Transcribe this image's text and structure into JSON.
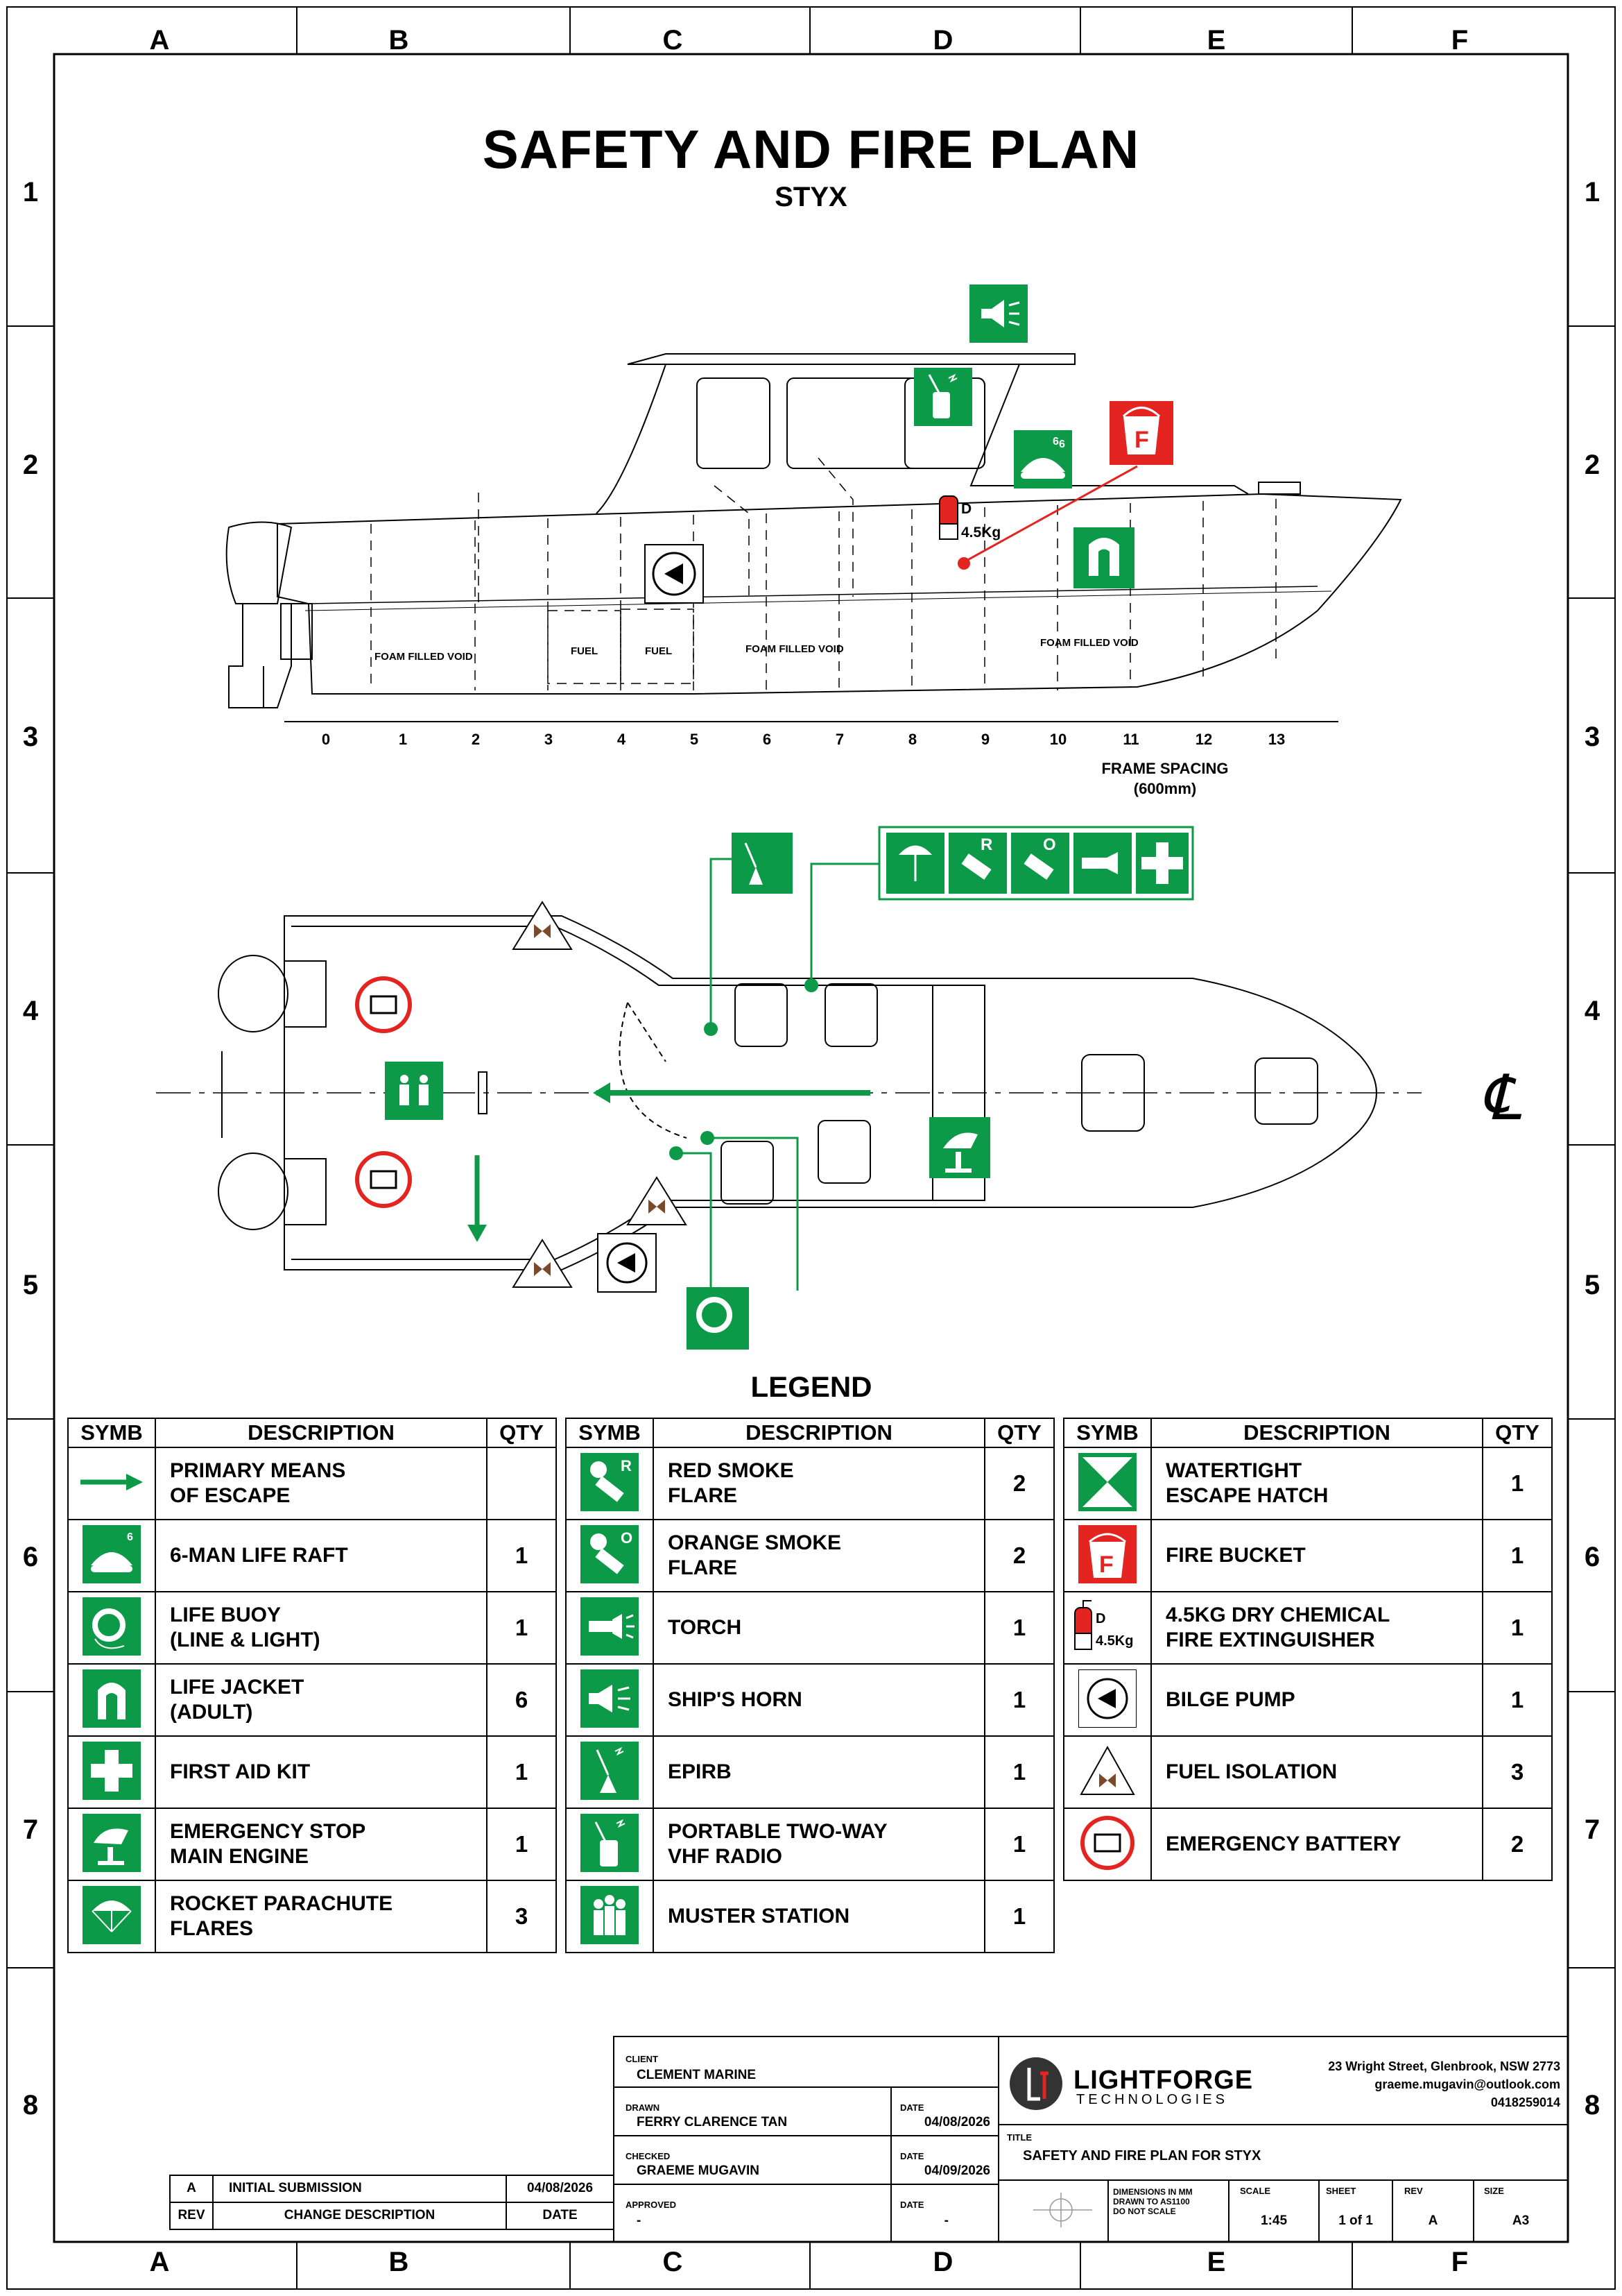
{
  "title": "SAFETY AND FIRE PLAN",
  "subtitle": "STYX",
  "grid": {
    "columns": [
      "A",
      "B",
      "C",
      "D",
      "E",
      "F"
    ],
    "rows": [
      "1",
      "2",
      "3",
      "4",
      "5",
      "6",
      "7",
      "8"
    ]
  },
  "profile": {
    "void_labels": [
      "FOAM FILLED VOID",
      "FUEL",
      "FUEL",
      "FOAM FILLED VOID",
      "FOAM FILLED VOID"
    ],
    "frames": [
      "0",
      "1",
      "2",
      "3",
      "4",
      "5",
      "6",
      "7",
      "8",
      "9",
      "10",
      "11",
      "12",
      "13"
    ],
    "frame_spacing": "FRAME SPACING",
    "frame_spacing_value": "(600mm)",
    "extinguisher_class": "D",
    "extinguisher_weight": "4.5Kg",
    "liferaft_count": "6"
  },
  "plan": {
    "centerline_symbol": "℄",
    "flare_r": "R",
    "flare_o": "O"
  },
  "legend": {
    "heading": "LEGEND",
    "headers": {
      "symbol": "SYMB",
      "description": "DESCRIPTION",
      "qty": "QTY"
    },
    "col1": [
      {
        "icon": "escape-arrow-icon",
        "desc": [
          "PRIMARY MEANS",
          "OF ESCAPE"
        ],
        "qty": ""
      },
      {
        "icon": "liferaft-icon",
        "desc": [
          "6-MAN LIFE RAFT"
        ],
        "qty": "1"
      },
      {
        "icon": "lifebuoy-icon",
        "desc": [
          "LIFE BUOY",
          "(LINE & LIGHT)"
        ],
        "qty": "1"
      },
      {
        "icon": "lifejacket-icon",
        "desc": [
          "LIFE JACKET",
          "(ADULT)"
        ],
        "qty": "6"
      },
      {
        "icon": "first-aid-icon",
        "desc": [
          "FIRST AID KIT"
        ],
        "qty": "1"
      },
      {
        "icon": "emergency-stop-icon",
        "desc": [
          "EMERGENCY STOP",
          "MAIN ENGINE"
        ],
        "qty": "1"
      },
      {
        "icon": "parachute-flare-icon",
        "desc": [
          "ROCKET PARACHUTE",
          "FLARES"
        ],
        "qty": "3"
      }
    ],
    "col2": [
      {
        "icon": "red-smoke-icon",
        "desc": [
          "RED SMOKE",
          "FLARE"
        ],
        "qty": "2"
      },
      {
        "icon": "orange-smoke-icon",
        "desc": [
          "ORANGE SMOKE",
          "FLARE"
        ],
        "qty": "2"
      },
      {
        "icon": "torch-icon",
        "desc": [
          "TORCH"
        ],
        "qty": "1"
      },
      {
        "icon": "horn-icon",
        "desc": [
          "SHIP'S HORN"
        ],
        "qty": "1"
      },
      {
        "icon": "epirb-icon",
        "desc": [
          "EPIRB"
        ],
        "qty": "1"
      },
      {
        "icon": "vhf-radio-icon",
        "desc": [
          "PORTABLE TWO-WAY",
          "VHF RADIO"
        ],
        "qty": "1"
      },
      {
        "icon": "muster-icon",
        "desc": [
          "MUSTER STATION"
        ],
        "qty": "1"
      }
    ],
    "col3": [
      {
        "icon": "hatch-icon",
        "desc": [
          "WATERTIGHT",
          "ESCAPE HATCH"
        ],
        "qty": "1"
      },
      {
        "icon": "fire-bucket-icon",
        "desc": [
          "FIRE BUCKET"
        ],
        "qty": "1"
      },
      {
        "icon": "extinguisher-icon",
        "desc": [
          "4.5KG DRY CHEMICAL",
          "FIRE EXTINGUISHER"
        ],
        "qty": "1"
      },
      {
        "icon": "bilge-pump-icon",
        "desc": [
          "BILGE PUMP"
        ],
        "qty": "1"
      },
      {
        "icon": "fuel-isolation-icon",
        "desc": [
          "FUEL ISOLATION"
        ],
        "qty": "3"
      },
      {
        "icon": "battery-icon",
        "desc": [
          "EMERGENCY BATTERY"
        ],
        "qty": "2"
      }
    ]
  },
  "title_block": {
    "client_label": "CLIENT",
    "client": "CLEMENT MARINE",
    "drawn_label": "DRAWN",
    "drawn": "FERRY CLARENCE TAN",
    "checked_label": "CHECKED",
    "checked": "GRAEME MUGAVIN",
    "approved_label": "APPROVED",
    "approved": "-",
    "date_label": "DATE",
    "drawn_date": "04/08/2026",
    "checked_date": "04/09/2026",
    "approved_date": "-",
    "company": "LIGHTFORGE",
    "company_sub": "TECHNOLOGIES",
    "address": "23 Wright Street, Glenbrook, NSW 2773",
    "email": "graeme.mugavin@outlook.com",
    "phone": "0418259014",
    "title_label": "TITLE",
    "title": "SAFETY AND FIRE PLAN FOR STYX",
    "notes": [
      "DIMENSIONS IN MM",
      "DRAWN TO AS1100",
      "DO NOT SCALE"
    ],
    "scale_label": "SCALE",
    "scale": "1:45",
    "sheet_label": "SHEET",
    "sheet": "1 of 1",
    "rev_label": "REV",
    "rev": "A",
    "size_label": "SIZE",
    "size": "A3"
  },
  "revisions": {
    "rows": [
      {
        "rev": "A",
        "desc": "INITIAL SUBMISSION",
        "date": "04/08/2026"
      }
    ],
    "rev_header": "REV",
    "desc_header": "CHANGE DESCRIPTION",
    "date_header": "DATE"
  },
  "colors": {
    "safety_green": "#0d9a48",
    "fire_red": "#e42421",
    "brown": "#7a4a2a"
  }
}
